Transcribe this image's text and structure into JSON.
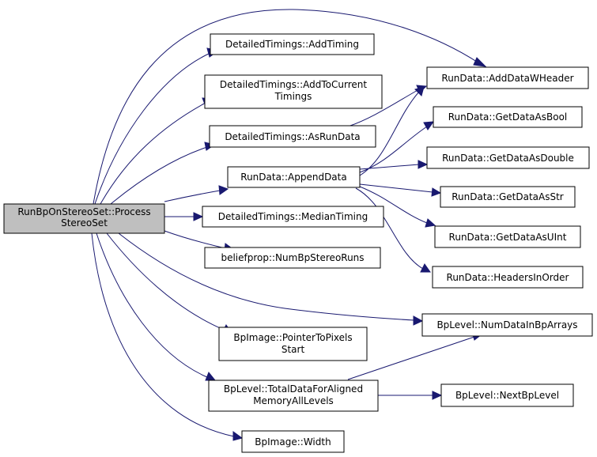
{
  "root": {
    "line1": "RunBpOnStereoSet::Process",
    "line2": "StereoSet"
  },
  "nodes": {
    "detailed_add_timing": {
      "line1": "DetailedTimings::AddTiming"
    },
    "detailed_add_to_current": {
      "line1": "DetailedTimings::AddToCurrent",
      "line2": "Timings"
    },
    "detailed_as_run_data": {
      "line1": "DetailedTimings::AsRunData"
    },
    "run_data_append": {
      "line1": "RunData::AppendData"
    },
    "detailed_median": {
      "line1": "DetailedTimings::MedianTiming"
    },
    "beliefprop_num_runs": {
      "line1": "beliefprop::NumBpStereoRuns"
    },
    "bp_image_pointer": {
      "line1": "BpImage::PointerToPixels",
      "line2": "Start"
    },
    "bp_level_total": {
      "line1": "BpLevel::TotalDataForAligned",
      "line2": "MemoryAllLevels"
    },
    "bp_image_width": {
      "line1": "BpImage::Width"
    },
    "run_data_add_header": {
      "line1": "RunData::AddDataWHeader"
    },
    "run_data_bool": {
      "line1": "RunData::GetDataAsBool"
    },
    "run_data_double": {
      "line1": "RunData::GetDataAsDouble"
    },
    "run_data_str": {
      "line1": "RunData::GetDataAsStr"
    },
    "run_data_uint": {
      "line1": "RunData::GetDataAsUInt"
    },
    "run_data_headers": {
      "line1": "RunData::HeadersInOrder"
    },
    "bp_level_num_data": {
      "line1": "BpLevel::NumDataInBpArrays"
    },
    "bp_level_next": {
      "line1": "BpLevel::NextBpLevel"
    }
  },
  "colors": {
    "edge": "#191970",
    "root_fill": "#bfbfbf",
    "node_fill": "#ffffff"
  }
}
